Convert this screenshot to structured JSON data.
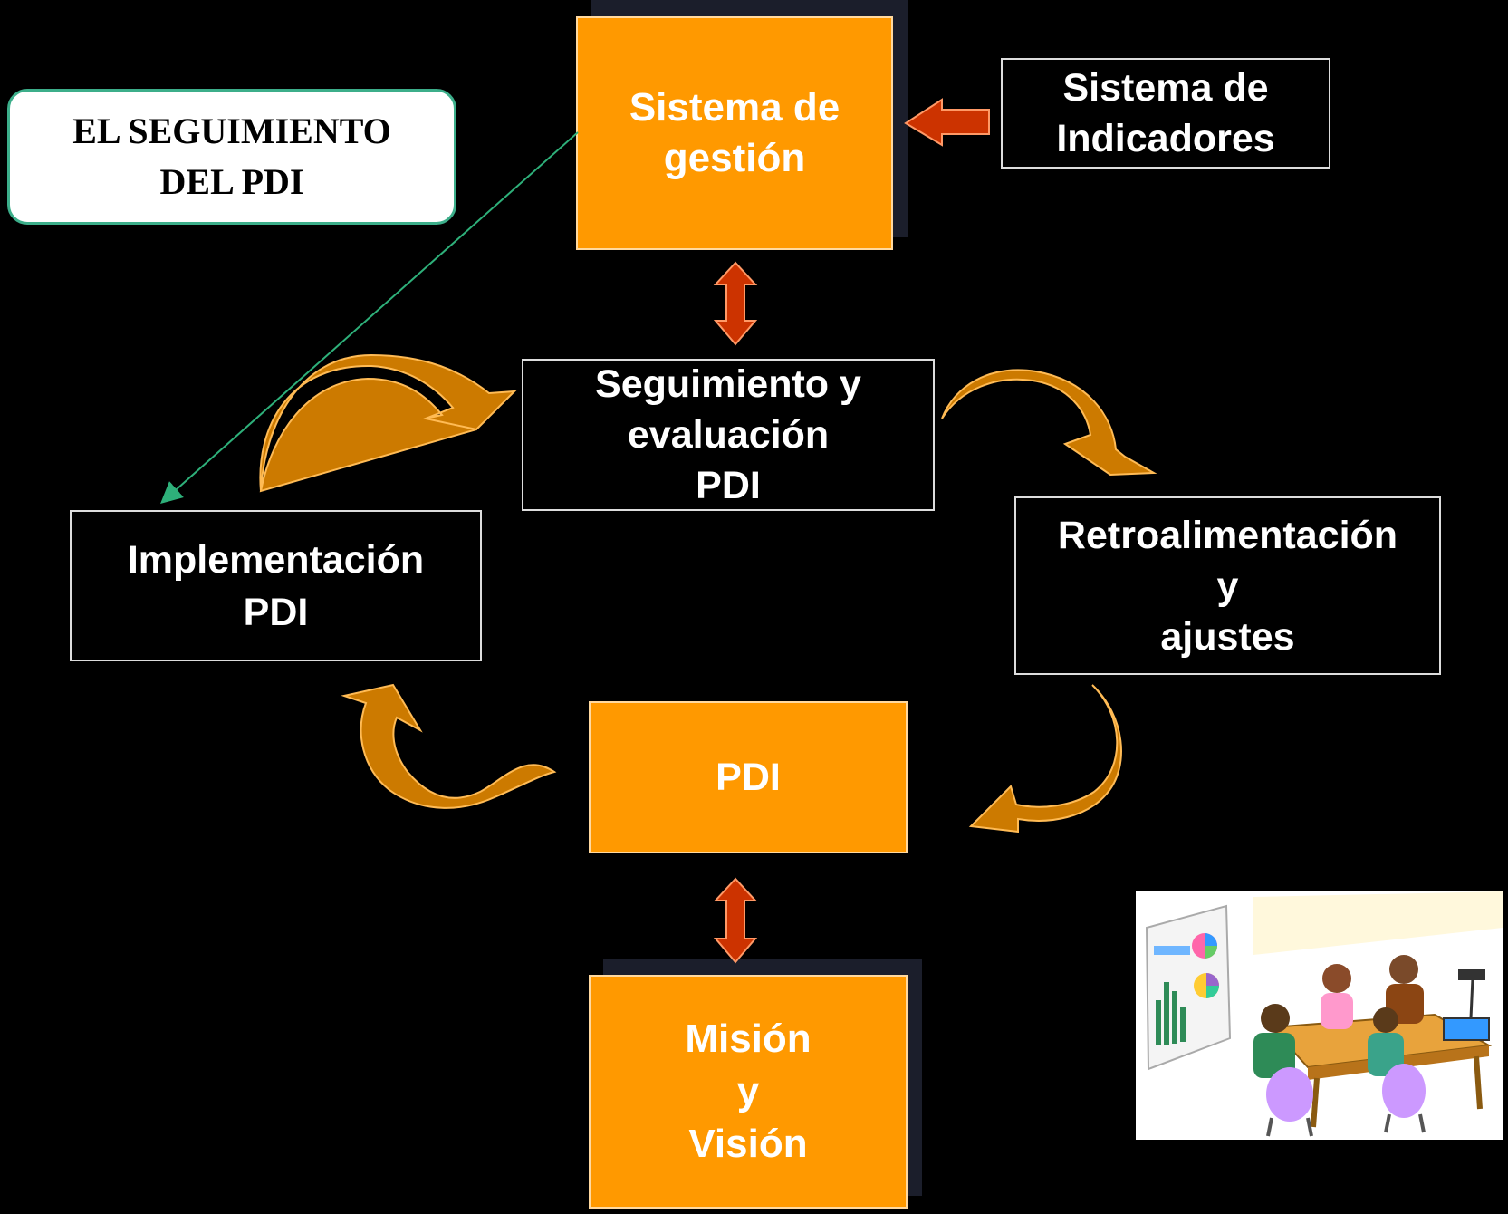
{
  "title": [
    "EL SEGUIMIENTO",
    "DEL PDI"
  ],
  "nodes": {
    "sistema_gestion": [
      "Sistema de",
      "gestión"
    ],
    "sistema_indicadores": [
      "Sistema de",
      "Indicadores"
    ],
    "seguimiento": [
      "Seguimiento y",
      "evaluación",
      "PDI"
    ],
    "implementacion": [
      "Implementación",
      "PDI"
    ],
    "retroalimentacion": [
      "Retroalimentación",
      "y",
      "ajustes"
    ],
    "pdi": [
      "PDI"
    ],
    "mision_vision": [
      "Misión",
      "y",
      "Visión"
    ]
  },
  "colors": {
    "background": "#000000",
    "box_fill": "#ff9900",
    "cycle_arrow": "#cc7a00",
    "link_arrow": "#cc3300",
    "connector": "#2eb07a"
  },
  "illustration": "meeting-clipart"
}
